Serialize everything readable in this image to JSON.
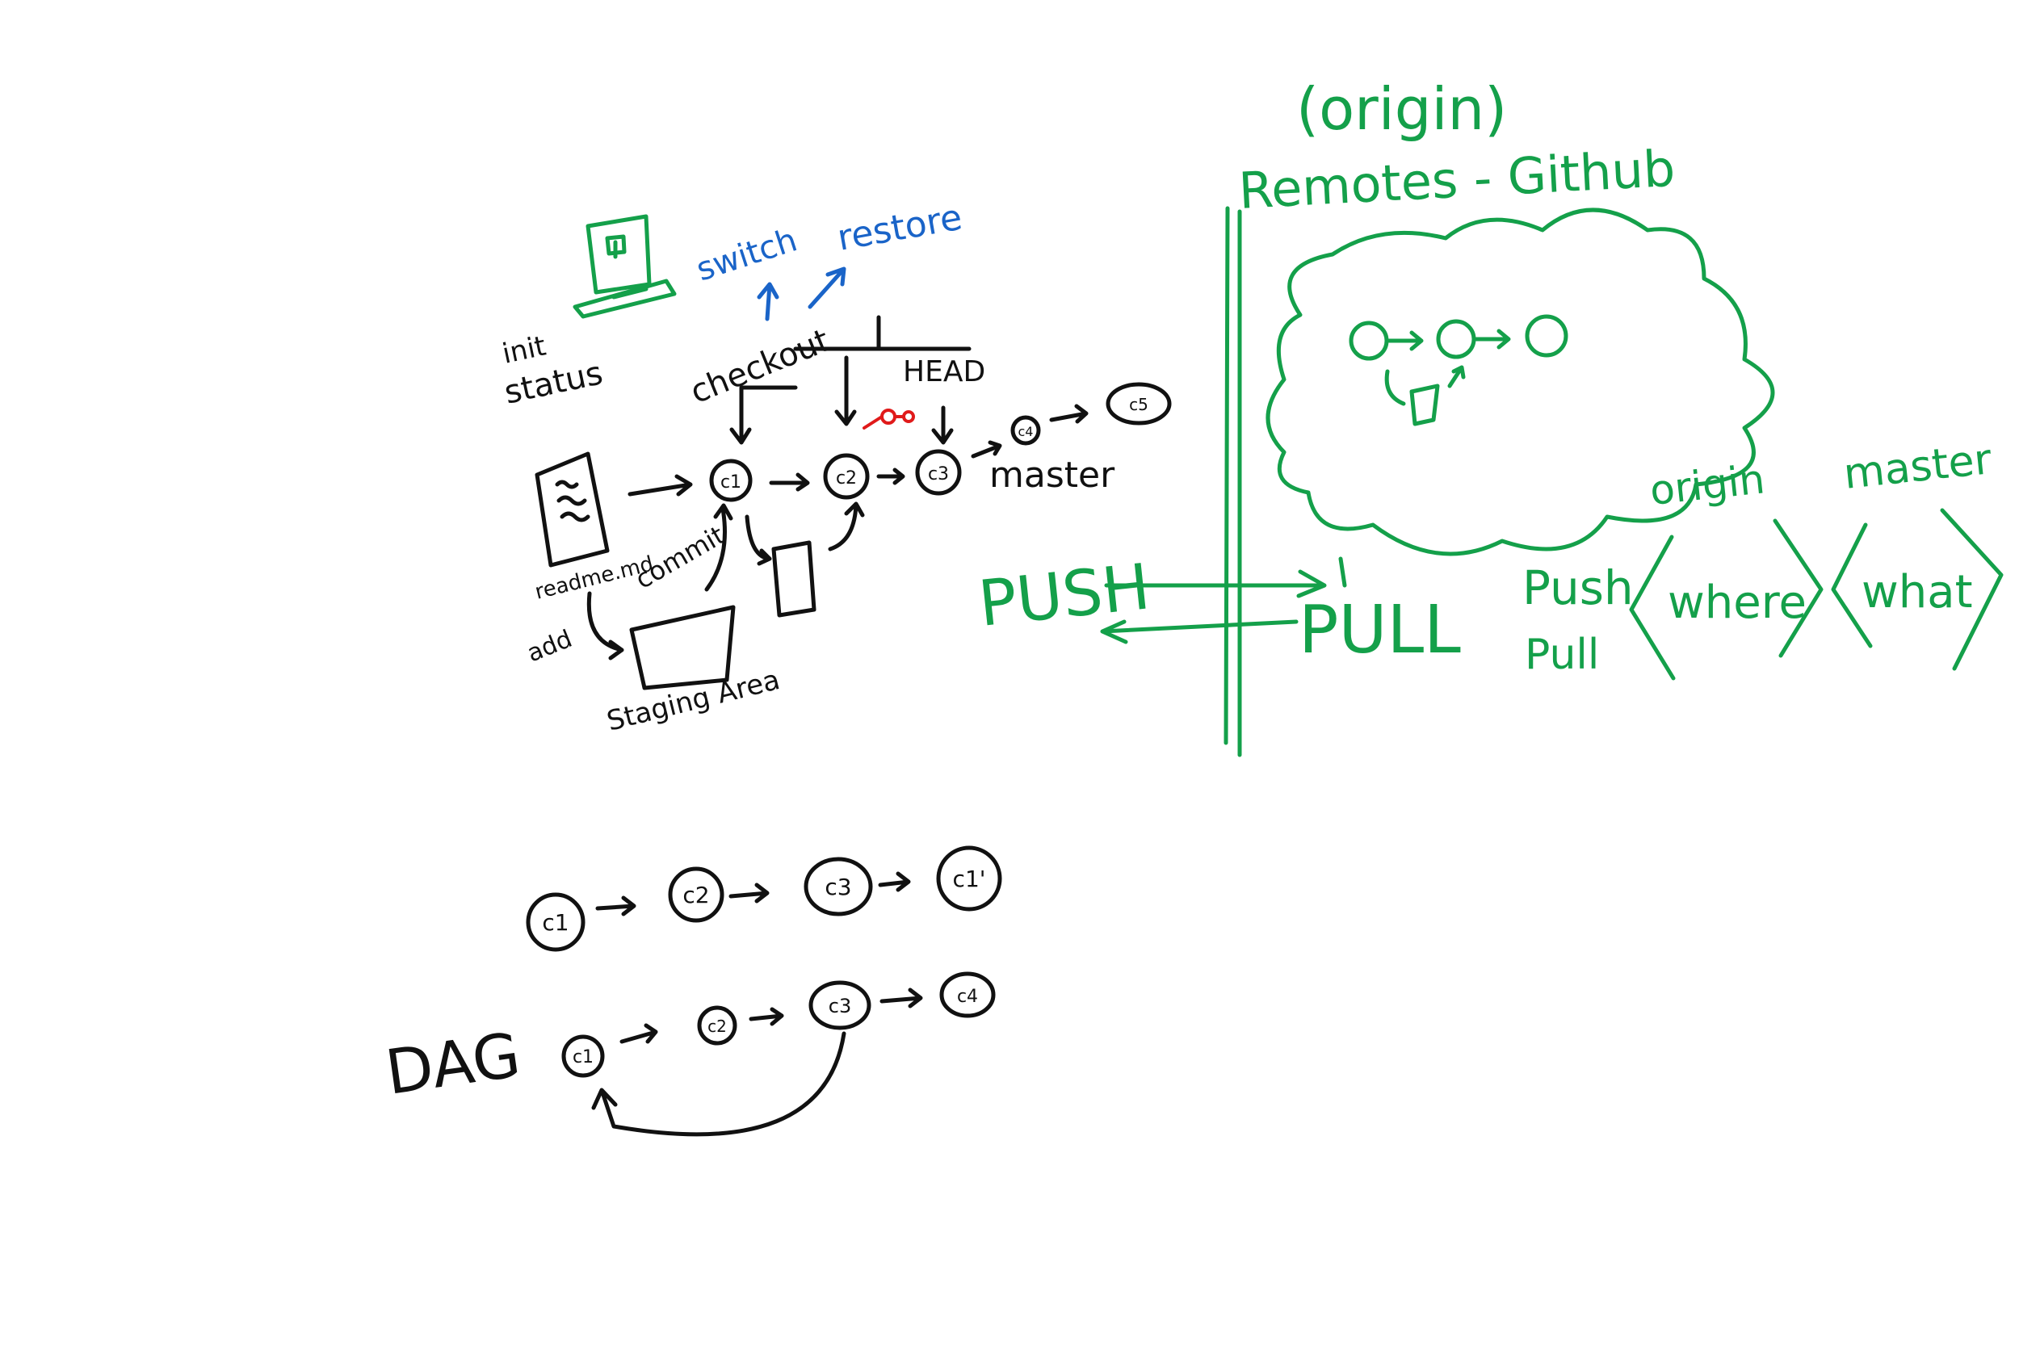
{
  "local": {
    "labels": {
      "init": "init",
      "status": "status",
      "switch": "switch",
      "restore": "restore",
      "checkout": "checkout",
      "head": "HEAD",
      "master": "master",
      "readme": "readme.md",
      "commit": "commit",
      "add": "add",
      "staging": "Staging Area"
    },
    "commits": [
      "c1",
      "c2",
      "c3",
      "c4",
      "c5"
    ]
  },
  "remote": {
    "origin_paren": "(origin)",
    "remotes_title": "Remotes - Github",
    "push_big": "PUSH",
    "pull_big": "PULL",
    "push": "Push",
    "pull": "Pull",
    "where": "where",
    "what": "what",
    "origin": "origin",
    "master": "master"
  },
  "bottom": {
    "row1": [
      "c1",
      "c2",
      "c3",
      "c1'"
    ],
    "dag_label": "DAG",
    "row2": [
      "c1",
      "c2",
      "c3",
      "c4"
    ]
  },
  "colors": {
    "black": "#111111",
    "green": "#14a04a",
    "blue": "#1a64c8",
    "red": "#e01a1a"
  }
}
